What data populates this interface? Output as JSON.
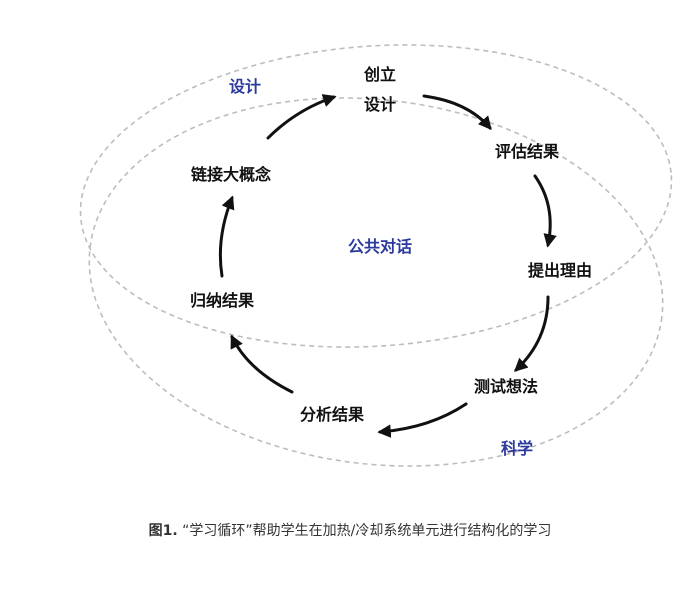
{
  "colors": {
    "text": "#111111",
    "region": "#2c3a9e",
    "ellipse": "#bdbdbd",
    "arrow": "#111111"
  },
  "regions": {
    "design": "设计",
    "science": "科学",
    "discourse": "公共对话"
  },
  "steps": {
    "create_design_line1": "创立",
    "create_design_line2": "设计",
    "evaluate_results": "评估结果",
    "give_reasons": "提出理由",
    "test_ideas": "测试想法",
    "analyze_results": "分析结果",
    "summarize_results": "归纳结果",
    "connect_big_ideas": "链接大概念"
  },
  "caption": {
    "figure_number": "图1.",
    "text": "“学习循环”帮助学生在加热/冷却系统单元进行结构化的学习"
  }
}
